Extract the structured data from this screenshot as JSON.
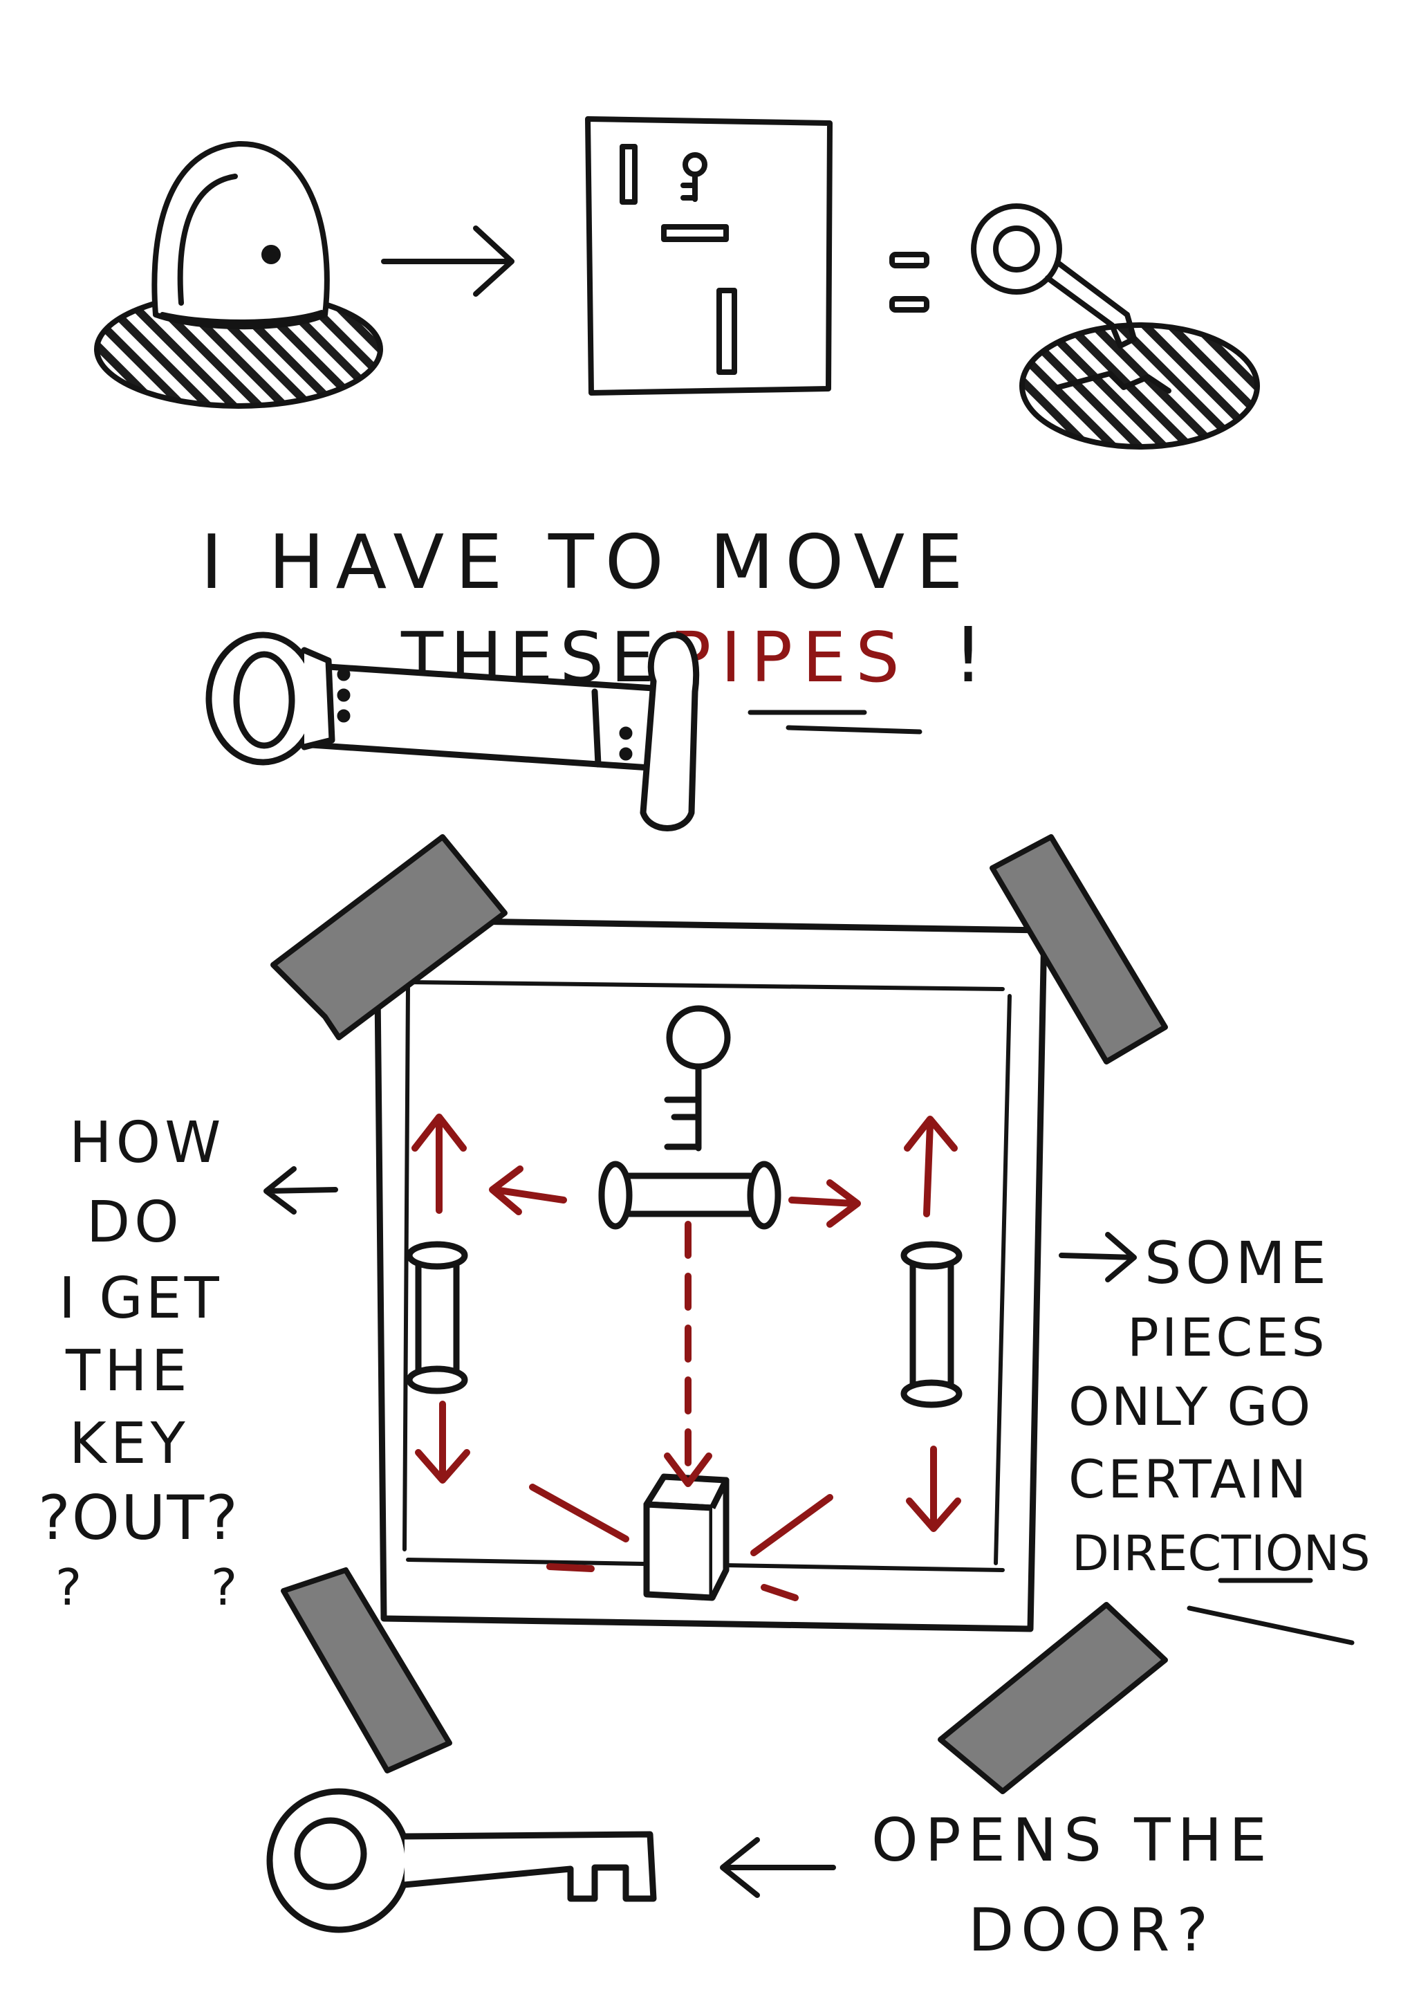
{
  "captions": {
    "move_prefix": "I HAVE TO MOVE",
    "move_these": "THESE",
    "move_pipes": "PIPES",
    "move_bang": "!",
    "how_line1": "HOW",
    "how_line2": "DO",
    "how_line3": "I GET",
    "how_line4": "THE",
    "how_line5": "KEY",
    "how_line6": "?OUT?",
    "how_marks1": "?",
    "how_marks2": "?",
    "some_line1": "SOME",
    "some_line2": "PIECES",
    "some_line3": "ONLY GO",
    "some_line4": "CERTAIN",
    "some_line5": "DIRECTIONS",
    "opens_line1": "OPENS THE",
    "opens_line2": "DOOR?"
  },
  "colors": {
    "ink": "#141414",
    "accent_red": "#8f1616",
    "tape_gray": "#7d7d7d",
    "paper": "#ffffff"
  },
  "icons": [
    "dome-object-icon",
    "arrow-right-icon",
    "puzzle-card-icon",
    "equals-icon",
    "key-in-hole-icon",
    "pipe-icon",
    "tape-icon",
    "key-icon",
    "block-icon"
  ]
}
